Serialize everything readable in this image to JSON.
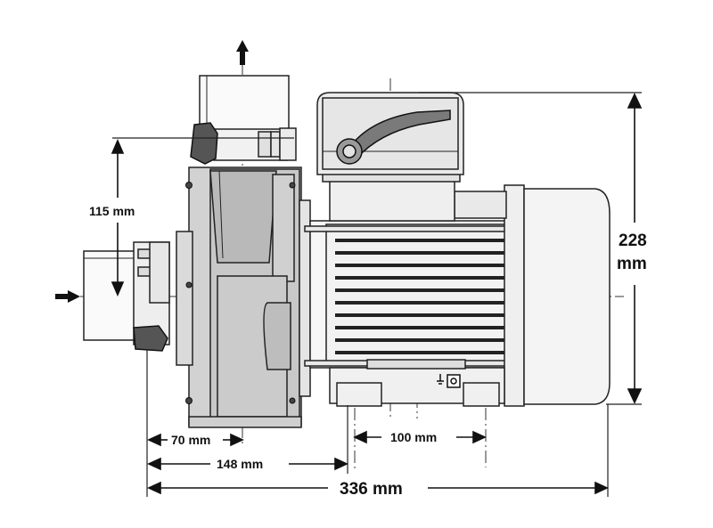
{
  "dimensions": {
    "inlet_height": "115 mm",
    "overall_height_value": "228",
    "overall_height_unit": "mm",
    "suction_offset": "70 mm",
    "inlet_to_foot": "148 mm",
    "foot_spacing": "100 mm",
    "overall_length": "336 mm"
  },
  "colors": {
    "line": "#222222",
    "pump_fill": "#d2d2d2",
    "pump_dark": "#b9b9b9",
    "motor_fill": "#f6f6f6",
    "accent": "#111111"
  },
  "icons": [
    "inlet-arrow-icon",
    "outlet-arrow-icon",
    "ground-symbol-icon"
  ]
}
